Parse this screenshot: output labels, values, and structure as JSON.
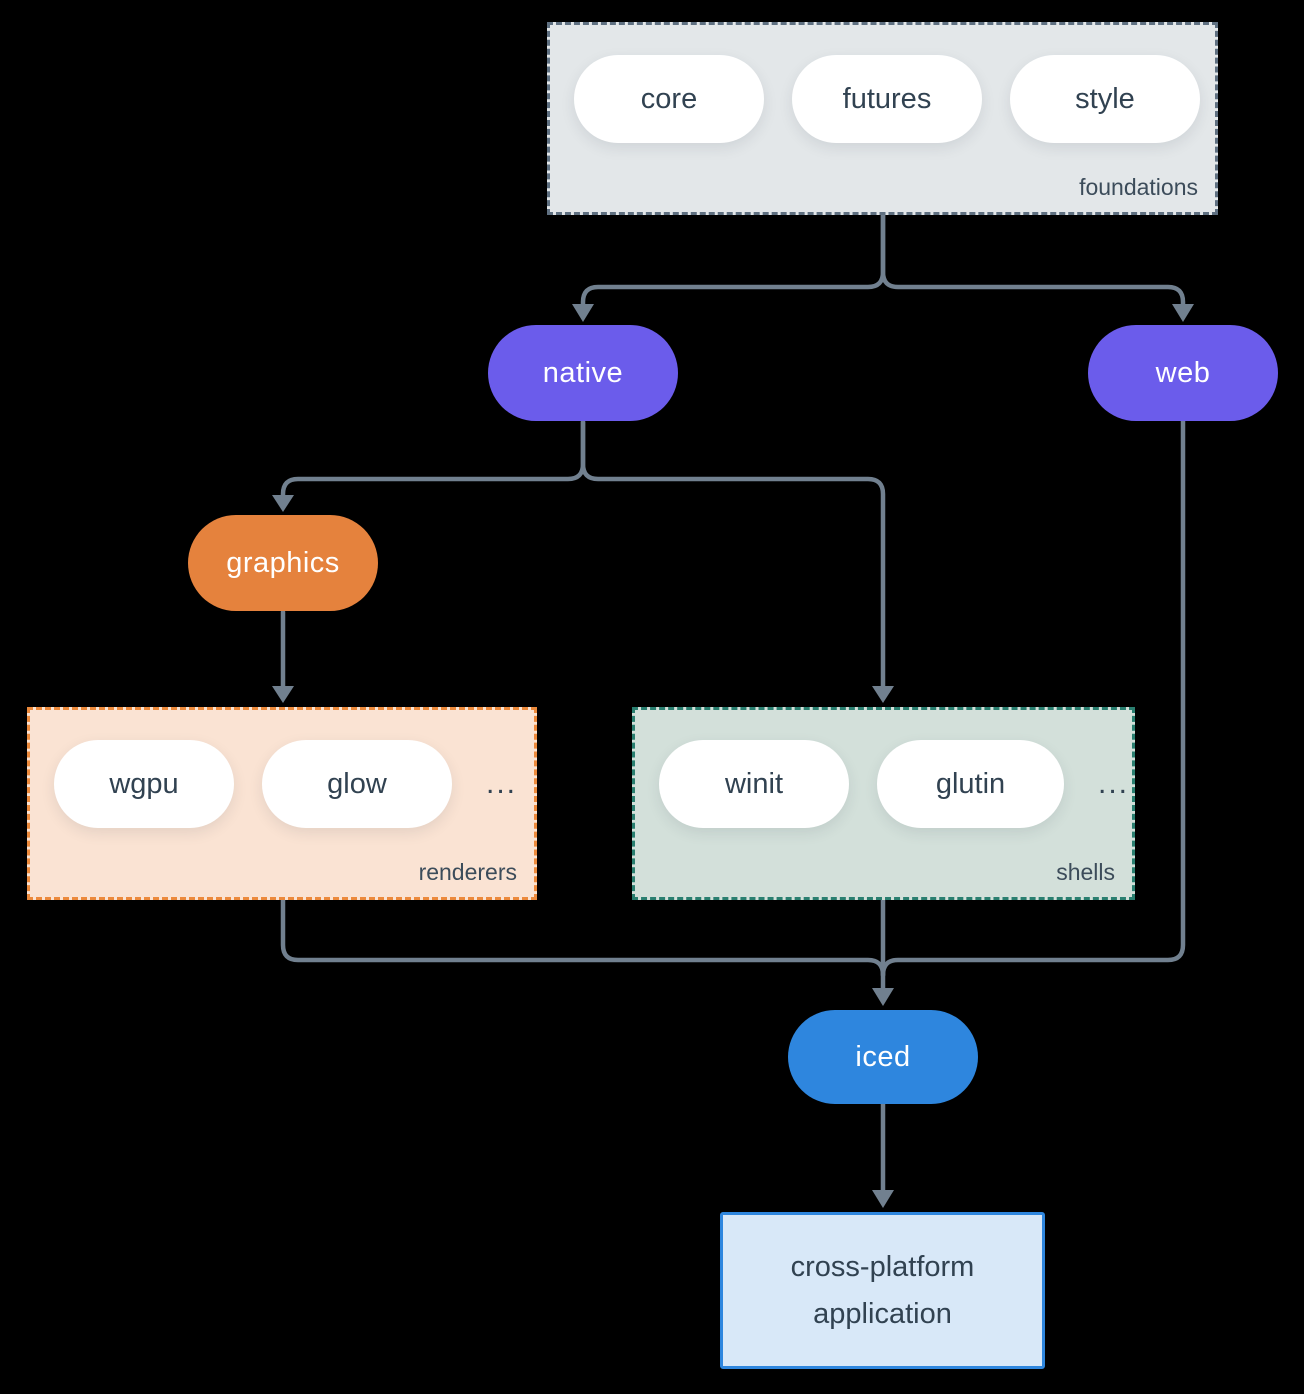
{
  "canvas": {
    "background": "#000000",
    "arrow_color": "#71808f",
    "dark_text": "#314251",
    "label_text": "#3c4c5a"
  },
  "groups": {
    "foundations": {
      "label": "foundations",
      "fill": "#e3e7e9",
      "border": "#5f7081",
      "pills": [
        "core",
        "futures",
        "style"
      ]
    },
    "renderers": {
      "label": "renderers",
      "fill": "#fae3d3",
      "border": "#ec8a3c",
      "pills": [
        "wgpu",
        "glow"
      ],
      "ellipsis": "..."
    },
    "shells": {
      "label": "shells",
      "fill": "#d3e0da",
      "border": "#2a7f70",
      "pills": [
        "winit",
        "glutin"
      ],
      "ellipsis": "..."
    }
  },
  "nodes": {
    "native": {
      "label": "native",
      "fill": "#6b5ceb"
    },
    "web": {
      "label": "web",
      "fill": "#6b5ceb"
    },
    "graphics": {
      "label": "graphics",
      "fill": "#e5823d"
    },
    "iced": {
      "label": "iced",
      "fill": "#2e86de"
    }
  },
  "application": {
    "line1": "cross-platform",
    "line2": "application",
    "fill": "#d8e8f8",
    "border": "#2e86de"
  }
}
